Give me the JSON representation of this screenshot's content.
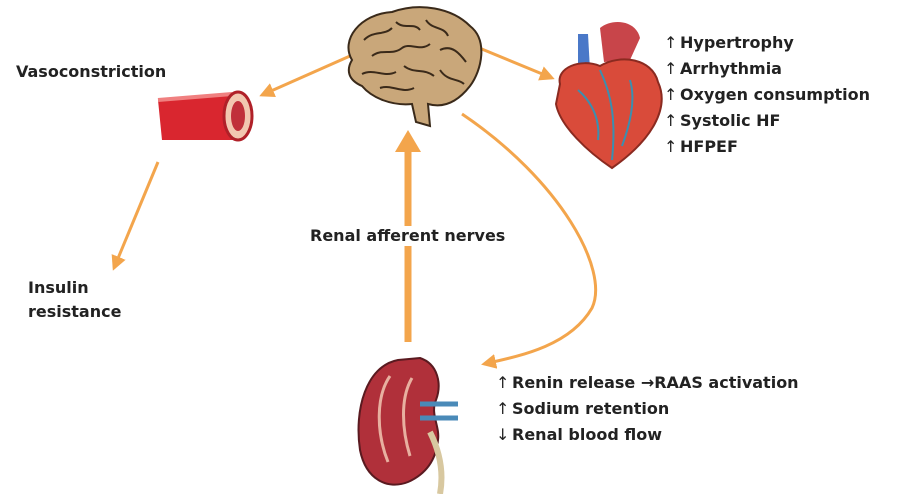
{
  "labels": {
    "vasoconstriction": "Vasoconstriction",
    "insulin_line1": "Insulin",
    "insulin_line2": "resistance",
    "renal_afferent": "Renal afferent nerves"
  },
  "heart_effects": [
    {
      "symbol": "↑",
      "text": "Hypertrophy"
    },
    {
      "symbol": "↑",
      "text": "Arrhythmia"
    },
    {
      "symbol": "↑",
      "text": "Oxygen consumption"
    },
    {
      "symbol": "↑",
      "text": "Systolic HF"
    },
    {
      "symbol": "↑",
      "text": "HFPEF"
    }
  ],
  "kidney_effects": [
    {
      "symbol": "↑",
      "text": "Renin release →RAAS activation"
    },
    {
      "symbol": "↑",
      "text": "Sodium retention"
    },
    {
      "symbol": "↓",
      "text": "Renal blood flow"
    }
  ],
  "colors": {
    "arrow": "#f3a54c",
    "vessel": "#d9262f",
    "brain": "#c9a77a",
    "heart": "#d94b3a",
    "kidney": "#b0303a"
  }
}
